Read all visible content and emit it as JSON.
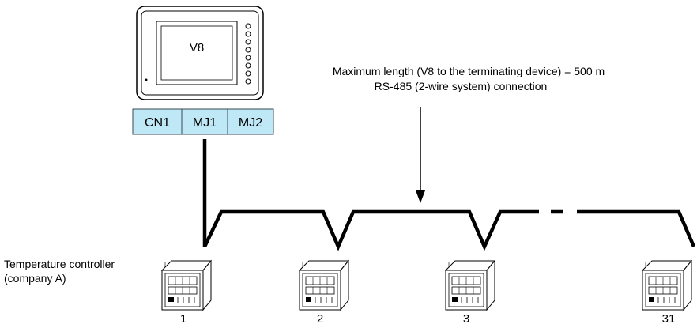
{
  "hmi": {
    "model_label": "V8",
    "ports": [
      {
        "label": "CN1",
        "fill": "#bfe8f7"
      },
      {
        "label": "MJ1",
        "fill": "#bfe8f7"
      },
      {
        "label": "MJ2",
        "fill": "#bfe8f7"
      }
    ]
  },
  "annotation": {
    "line1": "Maximum length (V8 to the terminating device) = 500 m",
    "line2": "RS-485 (2-wire system) connection"
  },
  "device_caption": {
    "line1": "Temperature controller",
    "line2": "(company A)"
  },
  "devices": [
    {
      "number": "1"
    },
    {
      "number": "2"
    },
    {
      "number": "3"
    },
    {
      "number": "31"
    }
  ],
  "colors": {
    "line": "#000000",
    "port_fill": "#bfe8f7",
    "screen_fill": "#ffffff"
  }
}
